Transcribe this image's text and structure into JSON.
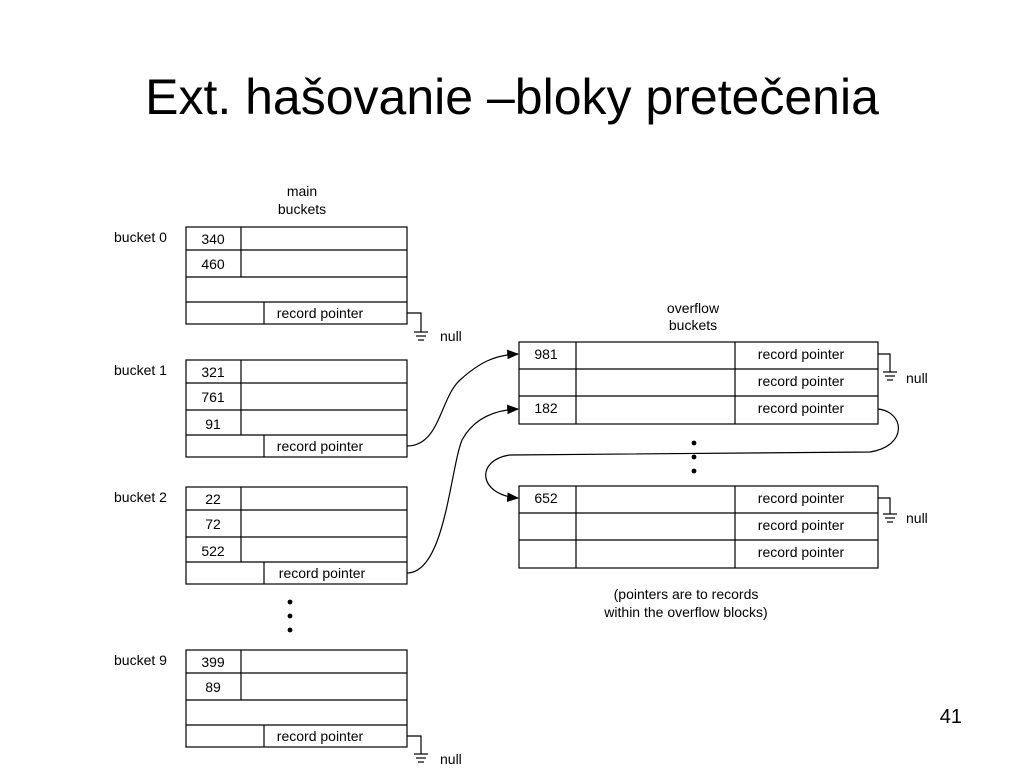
{
  "slide": {
    "title": "Ext. hašovanie –bloky pretečenia",
    "page_number": "41"
  },
  "diagram": {
    "main_header": [
      "main",
      "buckets"
    ],
    "overflow_header": [
      "overflow",
      "buckets"
    ],
    "pointer_label": "record pointer",
    "null_label": "null",
    "note": [
      "(pointers are to records",
      "within the overflow blocks)"
    ],
    "main_buckets": [
      {
        "label": "bucket 0",
        "keys": [
          "340",
          "460",
          ""
        ]
      },
      {
        "label": "bucket 1",
        "keys": [
          "321",
          "761",
          "91"
        ]
      },
      {
        "label": "bucket 2",
        "keys": [
          "22",
          "72",
          "522"
        ]
      },
      {
        "label": "bucket 9",
        "keys": [
          "399",
          "89",
          ""
        ]
      }
    ],
    "overflow_blocks": [
      {
        "keys": [
          "981",
          "",
          "182"
        ]
      },
      {
        "keys": [
          "652",
          "",
          ""
        ]
      }
    ]
  }
}
